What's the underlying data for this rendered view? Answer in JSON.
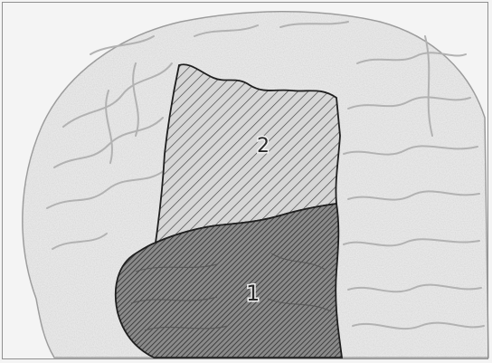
{
  "figure": {
    "regions": [
      {
        "label": "2",
        "pattern": "sparse-diagonal-hatch"
      },
      {
        "label": "1",
        "pattern": "dense-diagonal-hatch"
      }
    ],
    "colors": {
      "background": "#f4f4f4",
      "brain_fill": "#e6e6e6",
      "sulci_stroke": "#b5b5b5",
      "region_outline": "#1f1f1f",
      "region2_fill": "#d0d0d0",
      "region1_fill": "#6f6f6f",
      "hatch_stroke": "#3a3a3a"
    }
  }
}
